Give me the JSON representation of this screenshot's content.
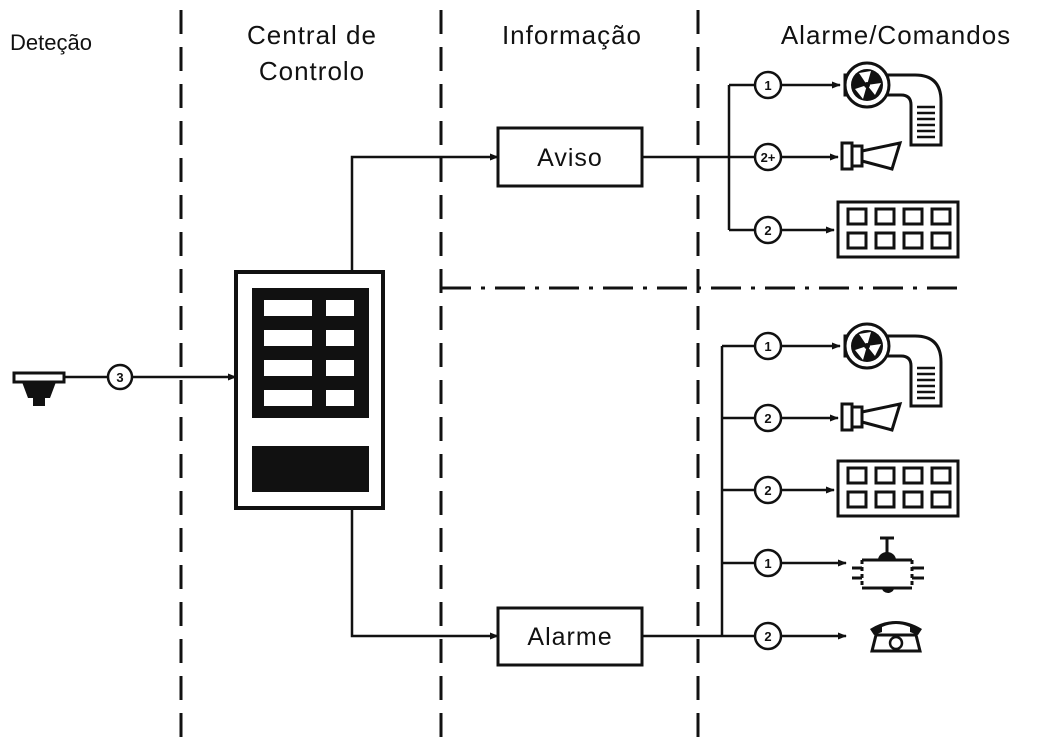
{
  "headers": {
    "detection": "Deteção",
    "central_line1": "Central de",
    "central_line2": "Controlo",
    "information": "Informação",
    "alarm_commands": "Alarme/Comandos"
  },
  "boxes": {
    "aviso": "Aviso",
    "alarme": "Alarme"
  },
  "markers": {
    "input": "3",
    "aviso_rows": [
      "1",
      "2+",
      "2"
    ],
    "alarme_rows": [
      "1",
      "2",
      "2",
      "1",
      "2"
    ]
  },
  "icons": {
    "detector": "smoke-detector-icon",
    "control_panel": "control-panel-icon",
    "fan": "fan-duct-icon",
    "siren": "siren-horn-icon",
    "display": "indicator-panel-icon",
    "valve": "valve-icon",
    "phone": "telephone-icon"
  },
  "colors": {
    "ink": "#111111",
    "background": "#ffffff"
  }
}
